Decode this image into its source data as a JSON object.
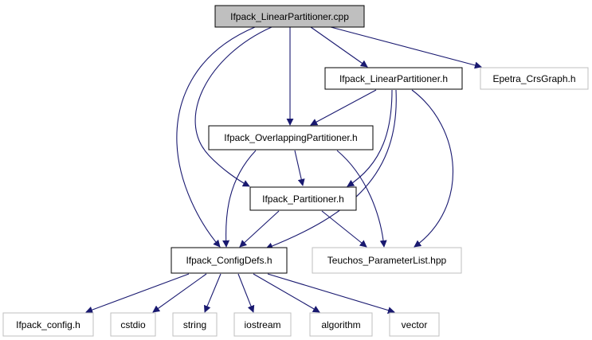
{
  "diagram": {
    "colors": {
      "edge": "#191970",
      "root_fill": "#bfbfbf",
      "node_fill": "#ffffff",
      "node_border": "#000000",
      "external_border": "#bfbfbf"
    },
    "nodes": [
      {
        "id": "linear_cpp",
        "label": "Ifpack_LinearPartitioner.cpp",
        "kind": "root"
      },
      {
        "id": "linear_h",
        "label": "Ifpack_LinearPartitioner.h",
        "kind": "local"
      },
      {
        "id": "epetra",
        "label": "Epetra_CrsGraph.h",
        "kind": "external"
      },
      {
        "id": "overlap_h",
        "label": "Ifpack_OverlappingPartitioner.h",
        "kind": "local"
      },
      {
        "id": "partitioner_h",
        "label": "Ifpack_Partitioner.h",
        "kind": "local"
      },
      {
        "id": "configdefs_h",
        "label": "Ifpack_ConfigDefs.h",
        "kind": "local"
      },
      {
        "id": "teuchos",
        "label": "Teuchos_ParameterList.hpp",
        "kind": "external"
      },
      {
        "id": "config_h",
        "label": "Ifpack_config.h",
        "kind": "external"
      },
      {
        "id": "cstdio",
        "label": "cstdio",
        "kind": "external"
      },
      {
        "id": "string",
        "label": "string",
        "kind": "external"
      },
      {
        "id": "iostream",
        "label": "iostream",
        "kind": "external"
      },
      {
        "id": "algorithm",
        "label": "algorithm",
        "kind": "external"
      },
      {
        "id": "vector",
        "label": "vector",
        "kind": "external"
      }
    ],
    "edges": [
      {
        "from": "linear_cpp",
        "to": "linear_h"
      },
      {
        "from": "linear_cpp",
        "to": "epetra"
      },
      {
        "from": "linear_cpp",
        "to": "overlap_h"
      },
      {
        "from": "linear_cpp",
        "to": "partitioner_h"
      },
      {
        "from": "linear_cpp",
        "to": "configdefs_h"
      },
      {
        "from": "linear_h",
        "to": "overlap_h"
      },
      {
        "from": "linear_h",
        "to": "partitioner_h"
      },
      {
        "from": "linear_h",
        "to": "configdefs_h"
      },
      {
        "from": "linear_h",
        "to": "teuchos"
      },
      {
        "from": "overlap_h",
        "to": "partitioner_h"
      },
      {
        "from": "overlap_h",
        "to": "configdefs_h"
      },
      {
        "from": "overlap_h",
        "to": "teuchos"
      },
      {
        "from": "partitioner_h",
        "to": "configdefs_h"
      },
      {
        "from": "partitioner_h",
        "to": "teuchos"
      },
      {
        "from": "configdefs_h",
        "to": "config_h"
      },
      {
        "from": "configdefs_h",
        "to": "cstdio"
      },
      {
        "from": "configdefs_h",
        "to": "string"
      },
      {
        "from": "configdefs_h",
        "to": "iostream"
      },
      {
        "from": "configdefs_h",
        "to": "algorithm"
      },
      {
        "from": "configdefs_h",
        "to": "vector"
      }
    ]
  }
}
